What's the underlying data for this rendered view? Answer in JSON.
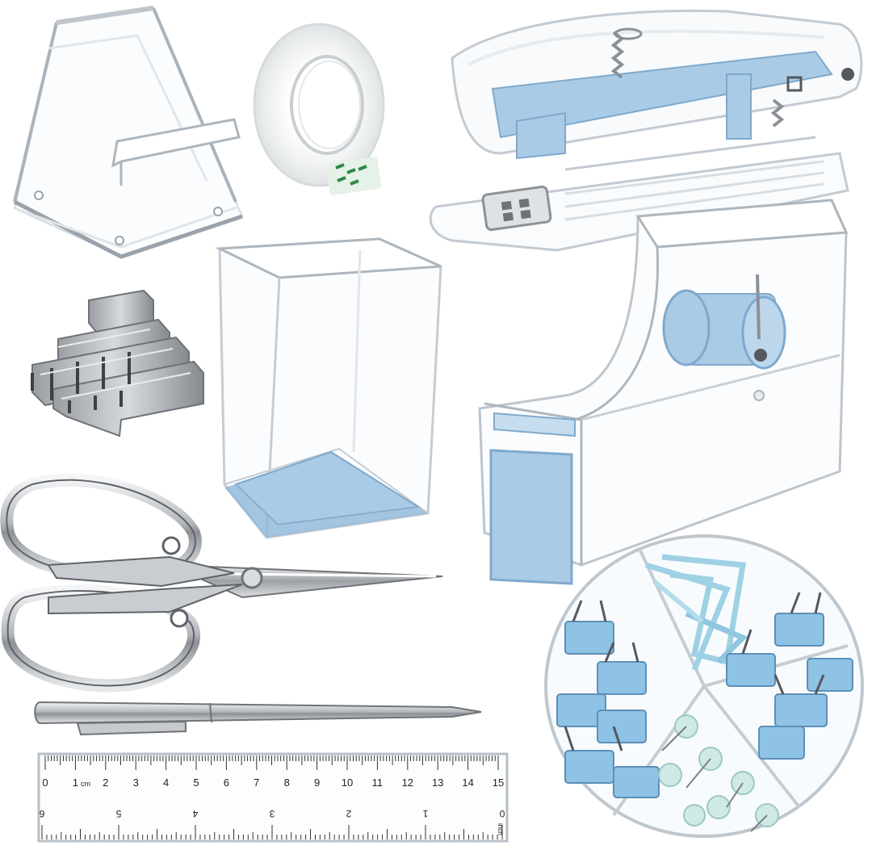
{
  "colors": {
    "accent_blue": "#a9cbe6",
    "accent_blue_dark": "#7fa9cc",
    "acrylic_edge": "#c9cfd6",
    "metal": "#b9bcc0",
    "metal_dark": "#6f7378",
    "mint": "#cfe9e6"
  },
  "items": {
    "phone_stand": "acrylic phone stand",
    "tape_roll": "clear tape roll",
    "stapler": "acrylic stapler",
    "staples": "staple strips",
    "pen_holder": "acrylic pen holder",
    "tape_dispenser": "acrylic tape dispenser",
    "scissors": "scissors",
    "clip_tray": "round organizer tray",
    "pen": "metal ballpoint pen",
    "ruler": "acrylic ruler"
  },
  "ruler": {
    "unit_cm": "cm",
    "unit_inch": "inch",
    "cm_labels": [
      "0",
      "1",
      "2",
      "3",
      "4",
      "5",
      "6",
      "7",
      "8",
      "9",
      "10",
      "11",
      "12",
      "13",
      "14",
      "15"
    ],
    "inch_labels": [
      "6",
      "5",
      "4",
      "3",
      "2",
      "1",
      "0"
    ]
  }
}
